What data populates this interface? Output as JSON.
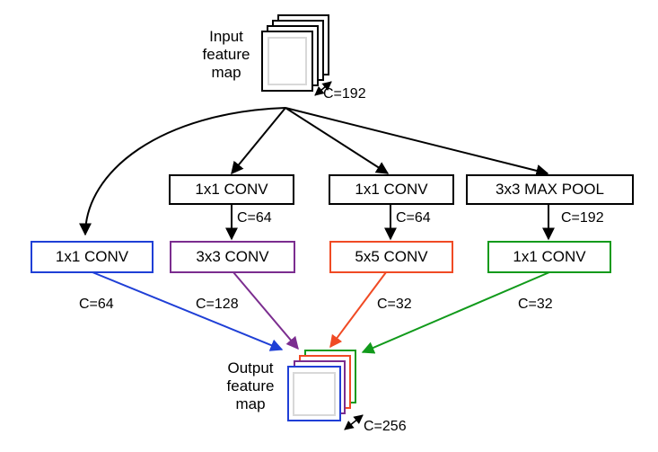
{
  "input": {
    "label_lines": [
      "Input",
      "feature",
      "map"
    ],
    "channels": "C=192"
  },
  "boxes": {
    "conv1x1_a": "1x1 CONV",
    "conv1x1_b": "1x1 CONV",
    "maxpool": "3x3 MAX POOL",
    "conv1x1_direct": "1x1 CONV",
    "conv3x3": "3x3 CONV",
    "conv5x5": "5x5 CONV",
    "conv1x1_pool": "1x1 CONV"
  },
  "edge_labels": {
    "after_1x1_a": "C=64",
    "after_1x1_b": "C=64",
    "after_maxpool": "C=192",
    "out_direct": "C=64",
    "out_3x3": "C=128",
    "out_5x5": "C=32",
    "out_pool": "C=32"
  },
  "output": {
    "label_lines": [
      "Output",
      "feature",
      "map"
    ],
    "channels": "C=256"
  },
  "colors": {
    "default": "#000000",
    "direct_branch": "#1f3fd6",
    "branch_3x3": "#7b2d8f",
    "branch_5x5": "#f04a24",
    "pool_branch": "#119a1b"
  }
}
